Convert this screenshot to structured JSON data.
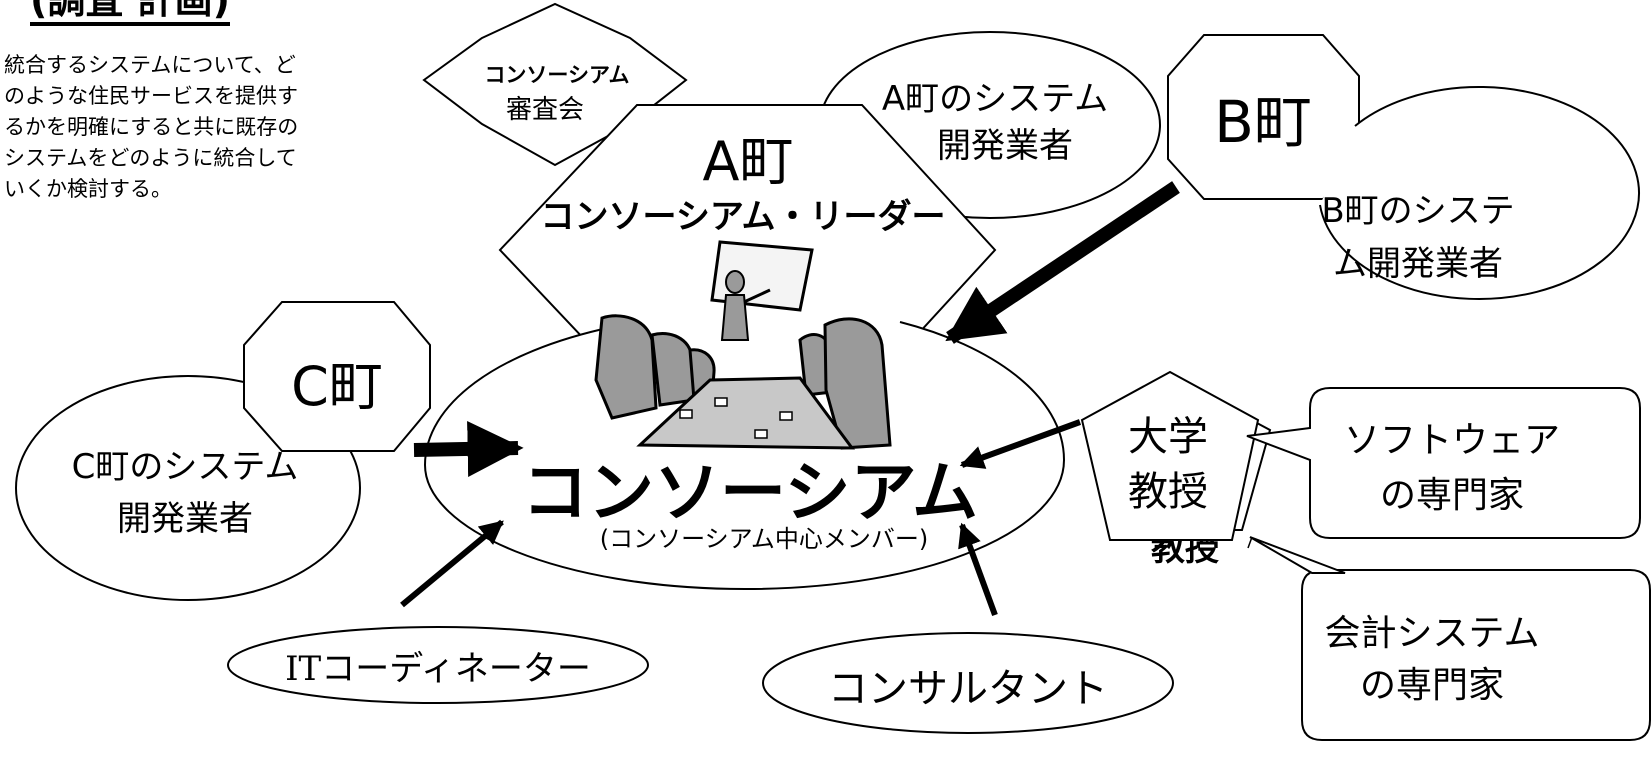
{
  "header": {
    "title": "(調査 計画)"
  },
  "description": {
    "lines": [
      "統合するシステムについて、ど",
      "のような住民サービスを提供す",
      "るかを明確にすると共に既存の",
      "システムをどのように統合して",
      "いくか検討する。"
    ]
  },
  "nodes": {
    "review_board": [
      "コンソーシアム",
      "審査会"
    ],
    "town_a_vendor": [
      "A町のシステム",
      "開発業者"
    ],
    "town_b": "B町",
    "town_b_vendor": [
      "B町のシステ",
      "ム開発業者"
    ],
    "town_a": {
      "name": "A町",
      "role": "コンソーシアム・リーダー"
    },
    "town_c": "C町",
    "town_c_vendor": [
      "C町のシステム",
      "開発業者"
    ],
    "consortium": {
      "name": "コンソーシアム",
      "sub": "(コンソーシアム中心メンバー)"
    },
    "professor": [
      "大学",
      "教授"
    ],
    "professor_shadow": "教授",
    "software_expert": [
      "ソフトウェア",
      "の専門家"
    ],
    "accounting_expert": [
      "会計システム",
      "の専門家"
    ],
    "it_coordinator": "ITコーディネーター",
    "consultant": "コンサルタント"
  },
  "colors": {
    "stroke": "#000000",
    "fill": "#ffffff",
    "clipart_gray": "#9a9a9a"
  }
}
